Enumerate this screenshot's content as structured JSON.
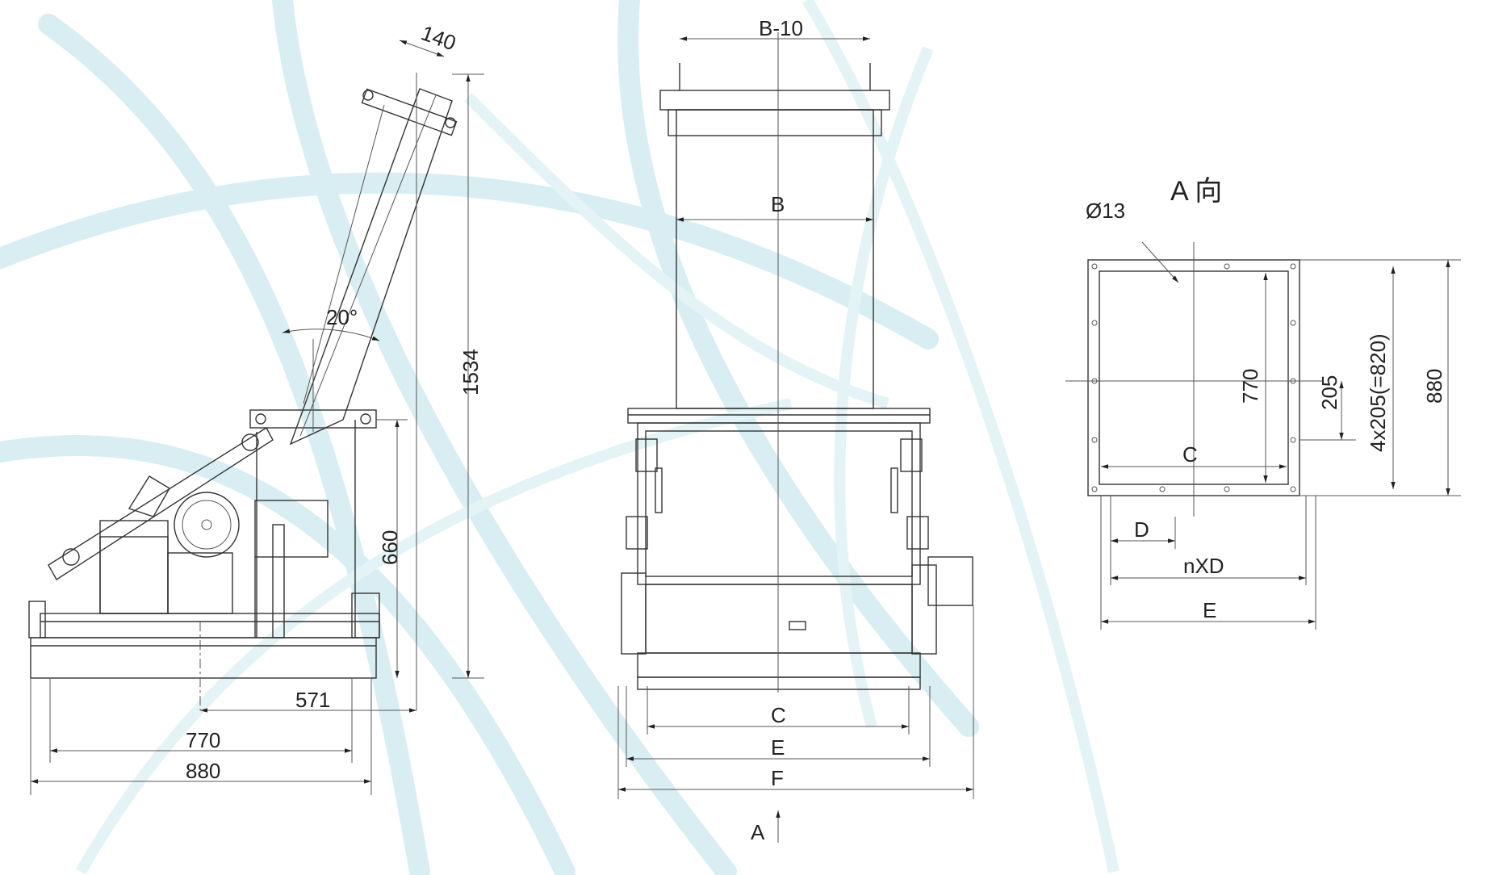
{
  "side_view": {
    "dim_top_width": "140",
    "dim_angle": "20°",
    "dim_height_total": "1534",
    "dim_height_lower": "660",
    "dim_571": "571",
    "dim_770": "770",
    "dim_880": "880"
  },
  "front_view": {
    "dim_b10": "B-10",
    "dim_b": "B",
    "dim_c": "C",
    "dim_e": "E",
    "dim_f": "F",
    "view_arrow_label": "A"
  },
  "view_a": {
    "title": "A 向",
    "hole_dia": "Ø13",
    "dim_770": "770",
    "dim_205": "205",
    "dim_4x205": "4x205(=820)",
    "dim_880": "880",
    "dim_c": "C",
    "dim_d": "D",
    "dim_nxd": "nXD",
    "dim_e": "E"
  },
  "colors": {
    "line": "#333333",
    "background_pattern": "#d9eef2"
  }
}
